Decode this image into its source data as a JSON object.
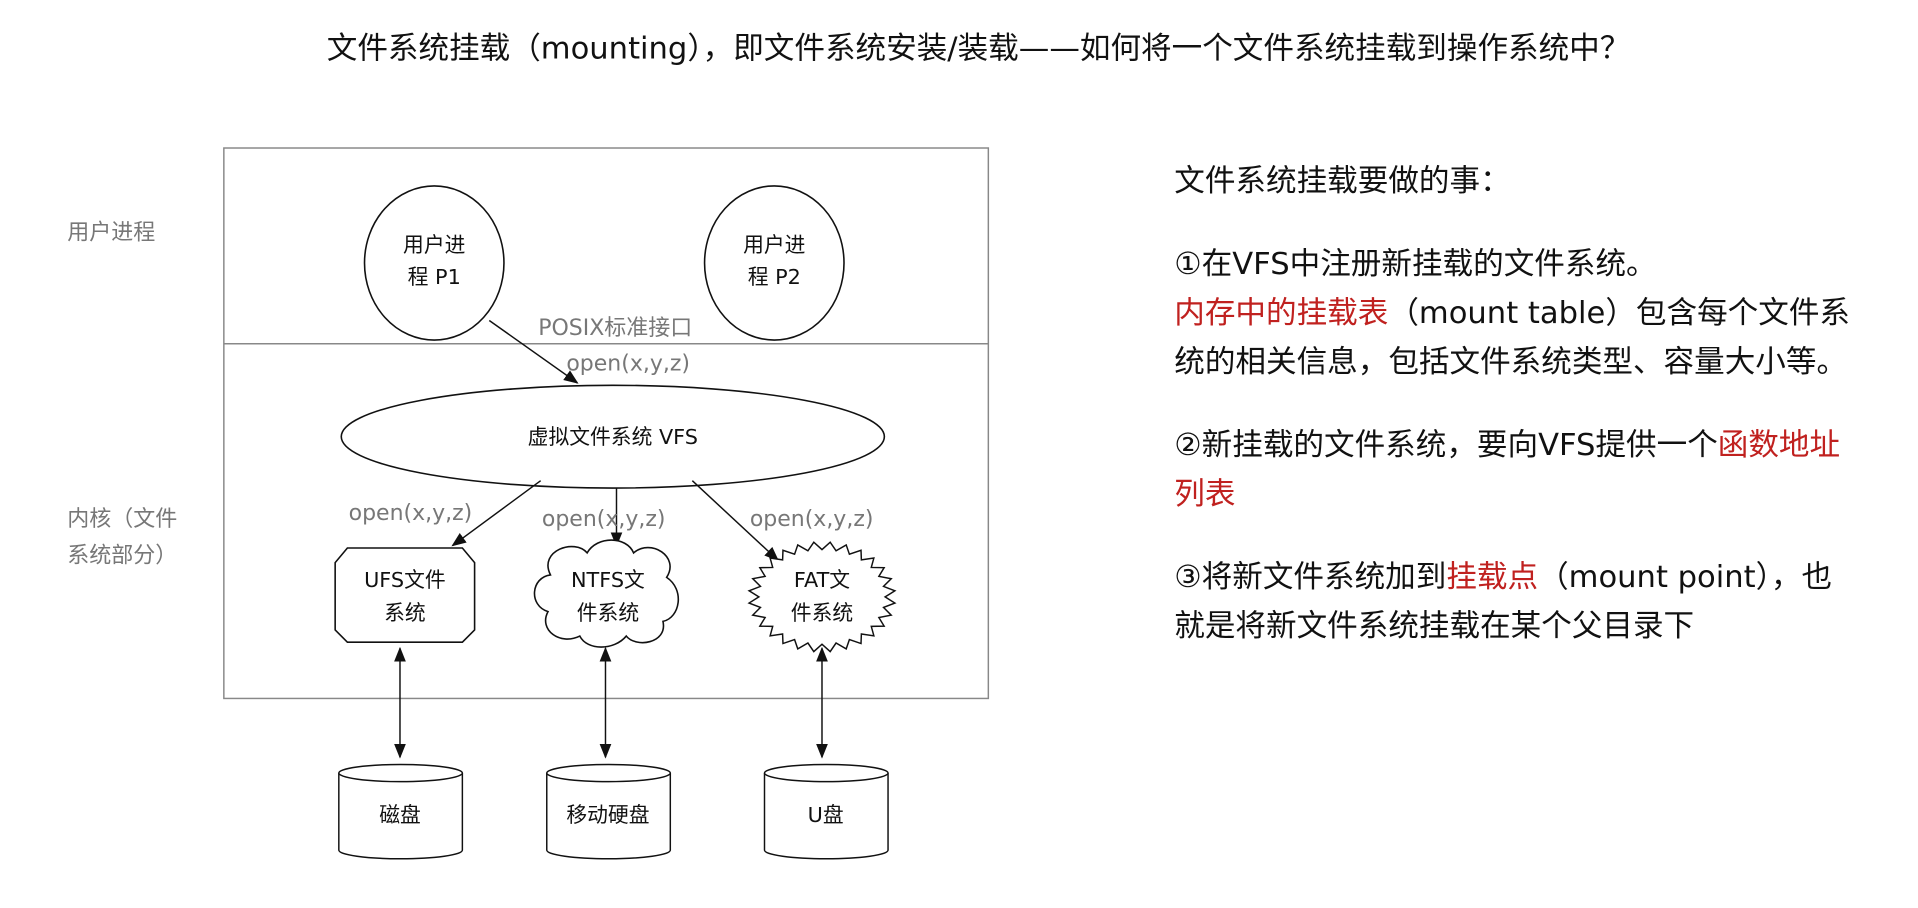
{
  "title": "文件系统挂载（mounting），即文件系统安装/装载——如何将一个文件系统挂载到操作系统中？",
  "diagram": {
    "user_layer_label": "用户进程",
    "kernel_layer_label_line1": "内核（文件",
    "kernel_layer_label_line2": "系统部分）",
    "p1_line1": "用户进",
    "p1_line2": "程 P1",
    "p2_line1": "用户进",
    "p2_line2": "程 P2",
    "posix_label": "POSIX标准接口",
    "call_top": "open(x,y,z)",
    "vfs_label": "虚拟文件系统 VFS",
    "call_ufs": "open(x,y,z)",
    "call_ntfs": "open(x,y,z)",
    "call_fat": "open(x,y,z)",
    "ufs_line1": "UFS文件",
    "ufs_line2": "系统",
    "ntfs_line1": "NTFS文",
    "ntfs_line2": "件系统",
    "fat_line1": "FAT文",
    "fat_line2": "件系统",
    "disk1": "磁盘",
    "disk2": "移动硬盘",
    "disk3": "U盘"
  },
  "notes": {
    "heading": "文件系统挂载要做的事：",
    "item1_a": "①在VFS中注册新挂载的文件系统。",
    "item1_red": "内存中的挂载表",
    "item1_b": "（mount table）包含每个文件系统的相关信息，包括文件系统类型、容量大小等。",
    "item2_a": "②新挂载的文件系统，要向VFS提供一个",
    "item2_red": "函数地址列表",
    "item3_a": "③将新文件系统加到",
    "item3_red": "挂载点",
    "item3_b": "（mount point），也就是将新文件系统挂载在某个父目录下"
  },
  "colors": {
    "highlight": "#c0211f",
    "label_gray": "#777777"
  }
}
